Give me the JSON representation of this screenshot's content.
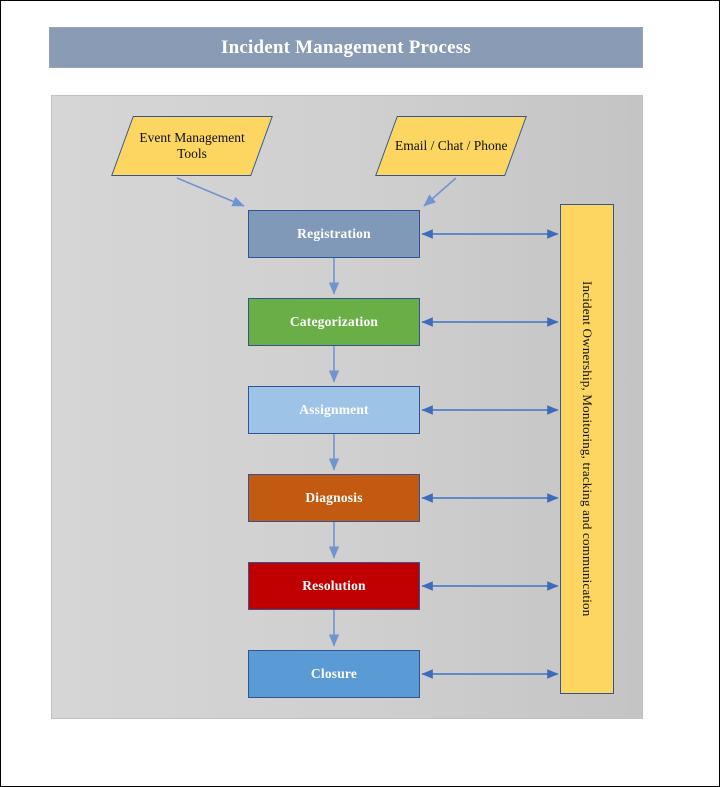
{
  "title": {
    "text": "Incident Management Process"
  },
  "colors": {
    "title_bar": "#8a9bb5",
    "canvas": "#cfcfcf",
    "input_shape": "#fcd661",
    "shape_border": "#2f5597",
    "connector": "#4472c4",
    "registration": "#8099b8",
    "categorization": "#6aae46",
    "assignment": "#9dc3e6",
    "diagnosis": "#c35a11",
    "resolution": "#c00000",
    "closure": "#5b9bd5"
  },
  "inputs": [
    {
      "id": "event-management-tools",
      "label": "Event Management Tools",
      "lines": [
        "Event",
        "Management",
        "Tools"
      ]
    },
    {
      "id": "email-chat-phone",
      "label": "Email / Chat / Phone",
      "lines": [
        "Email / Chat",
        "/ Phone"
      ]
    }
  ],
  "process_steps": [
    {
      "id": "registration",
      "label": "Registration",
      "color": "#8099b8"
    },
    {
      "id": "categorization",
      "label": "Categorization",
      "color": "#6aae46"
    },
    {
      "id": "assignment",
      "label": "Assignment",
      "color": "#9dc3e6"
    },
    {
      "id": "diagnosis",
      "label": "Diagnosis",
      "color": "#c35a11"
    },
    {
      "id": "resolution",
      "label": "Resolution",
      "color": "#c00000"
    },
    {
      "id": "closure",
      "label": "Closure",
      "color": "#5b9bd5"
    }
  ],
  "side_panel": {
    "label": "Incident Ownership, Monitoring, tracking and communication"
  },
  "connectors": {
    "input_to_registration_count": 2,
    "sequential_arrow_count": 5,
    "bidirectional_arrow_count": 6
  }
}
